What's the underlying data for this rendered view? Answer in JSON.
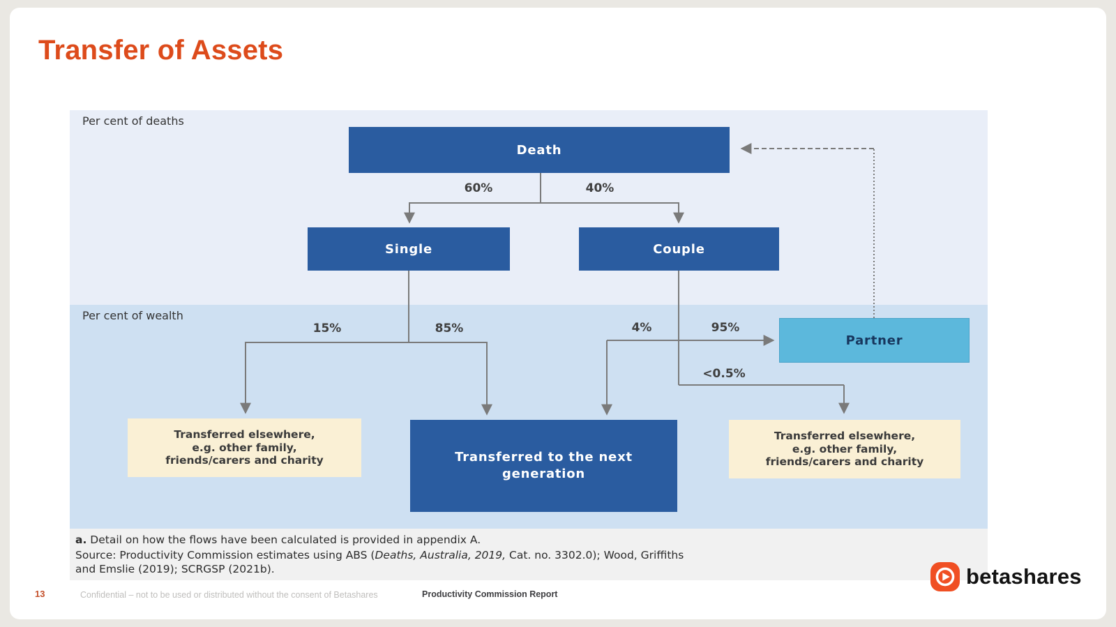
{
  "title": "Transfer of Assets",
  "diagram": {
    "top_section_label": "Per cent of deaths",
    "bottom_section_label": "Per cent of wealth",
    "nodes": {
      "death": {
        "label": "Death"
      },
      "single": {
        "label": "Single"
      },
      "couple": {
        "label": "Couple"
      },
      "partner": {
        "label": "Partner"
      },
      "transferred_elsewhere_left": {
        "label": "Transferred elsewhere,\ne.g. other family,\nfriends/carers and charity"
      },
      "transferred_next_generation": {
        "label": "Transferred to the next\ngeneration"
      },
      "transferred_elsewhere_right": {
        "label": "Transferred elsewhere,\ne.g. other family,\nfriends/carers and charity"
      }
    },
    "edge_labels": {
      "death_to_single": "60%",
      "death_to_couple": "40%",
      "single_to_elsewhere": "15%",
      "single_to_next_generation": "85%",
      "couple_to_next_generation": "4%",
      "couple_to_partner": "95%",
      "couple_to_elsewhere": "<0.5%"
    }
  },
  "footnote": {
    "marker": "a.",
    "text": " Detail on how the flows have been calculated is provided in appendix A.",
    "source_prefix": "Source: Productivity Commission estimates using ABS (",
    "source_italic": "Deaths, Australia, 2019,",
    "source_suffix_line1": " Cat. no. 3302.0); Wood, Griffiths",
    "source_line2": "and Emslie (2019); SCRGSP (2021b)."
  },
  "footer": {
    "page_number": "13",
    "confidential": "Confidential – not to be used or distributed without the consent of Betashares",
    "report": "Productivity Commission Report",
    "brand": "betashares"
  },
  "colors": {
    "title_orange": "#DD4B1B",
    "node_dark_blue": "#2A5CA0",
    "partner_blue": "#5CB8DC",
    "band_top_blue": "#E9EEF8",
    "band_bottom_blue": "#CEE0F2",
    "note_cream": "#FAF0D5",
    "connector_gray": "#7A7A7A",
    "logo_orange": "#F04F23",
    "page_number_orange": "#C4502B"
  }
}
